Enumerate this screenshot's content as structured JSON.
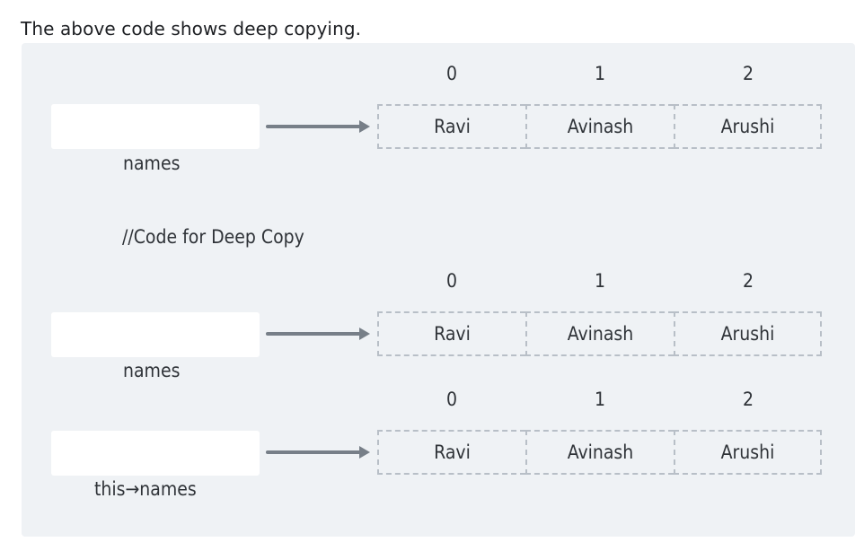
{
  "caption": "The above code shows deep copying.",
  "indices": [
    "0",
    "1",
    "2"
  ],
  "rows": [
    {
      "pointer_label": "names",
      "cells": [
        "Ravi",
        "Avinash",
        "Arushi"
      ]
    },
    {
      "pointer_label": "names",
      "cells": [
        "Ravi",
        "Avinash",
        "Arushi"
      ]
    },
    {
      "pointer_label": "this→names",
      "cells": [
        "Ravi",
        "Avinash",
        "Arushi"
      ]
    }
  ],
  "code_comment": "//Code for Deep Copy",
  "colors": {
    "panel": "#eff2f5",
    "arrow": "#777f88",
    "dashed_border": "#b8bfc7",
    "text": "#2f3338"
  }
}
